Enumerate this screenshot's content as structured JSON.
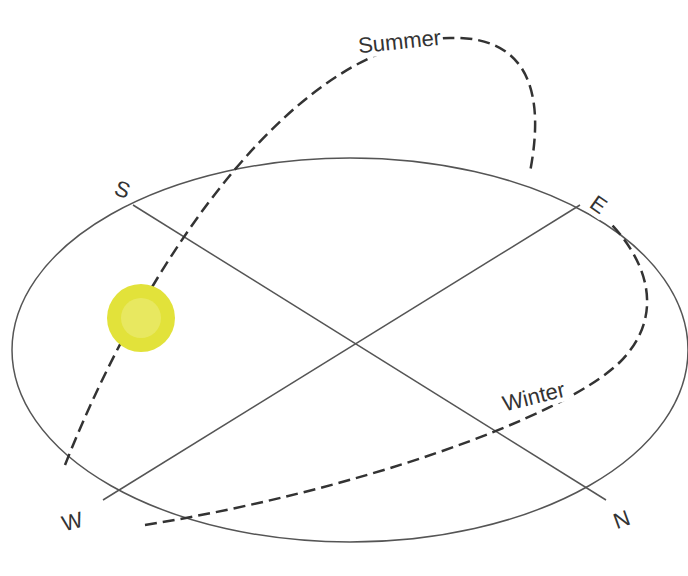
{
  "diagram": {
    "labels": [
      "Summer",
      "S",
      "E",
      "Winter",
      "W",
      "N"
    ]
  }
}
